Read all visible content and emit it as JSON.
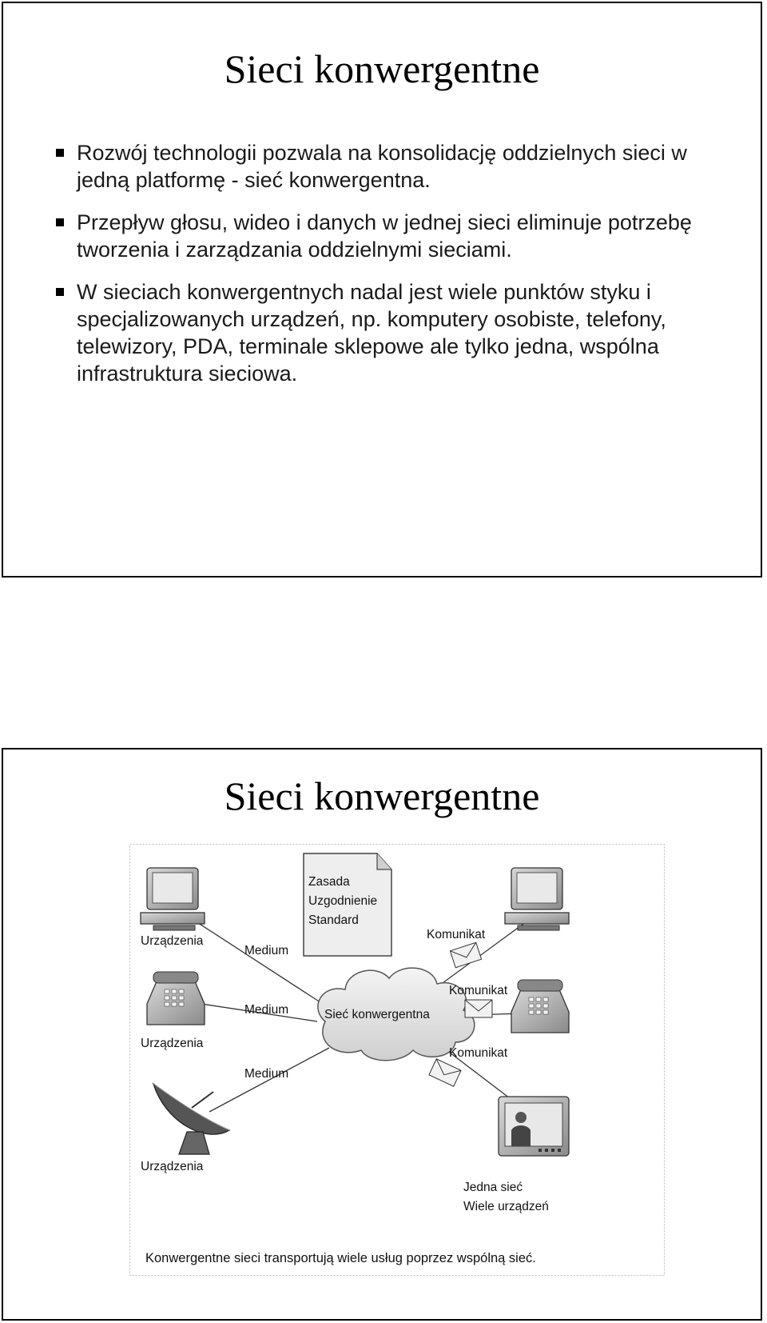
{
  "slide1": {
    "title": "Sieci konwergentne",
    "bullets": [
      "Rozwój technologii pozwala na konsolidację oddzielnych sieci w jedną platformę - sieć konwergentna.",
      "Przepływ głosu, wideo i danych w jednej sieci eliminuje potrzebę tworzenia i zarządzania oddzielnymi sieciami.",
      "W sieciach konwergentnych nadal jest wiele punktów styku i specjalizowanych urządzeń, np. komputery osobiste, telefony, telewizory, PDA, terminale sklepowe ale tylko jedna, wspólna infrastruktura sieciowa."
    ]
  },
  "slide2": {
    "title": "Sieci konwergentne",
    "figure": {
      "document_lines": [
        "Zasada",
        "Uzgodnienie",
        "Standard"
      ],
      "device_label": "Urządzenia",
      "medium_label": "Medium",
      "message_label": "Komunikat",
      "cloud_label": "Sieć konwergentna",
      "network_note": [
        "Jedna sieć",
        "Wiele urządzeń"
      ],
      "caption": "Konwergentne sieci transportują wiele usług poprzez wspólną sieć."
    }
  }
}
